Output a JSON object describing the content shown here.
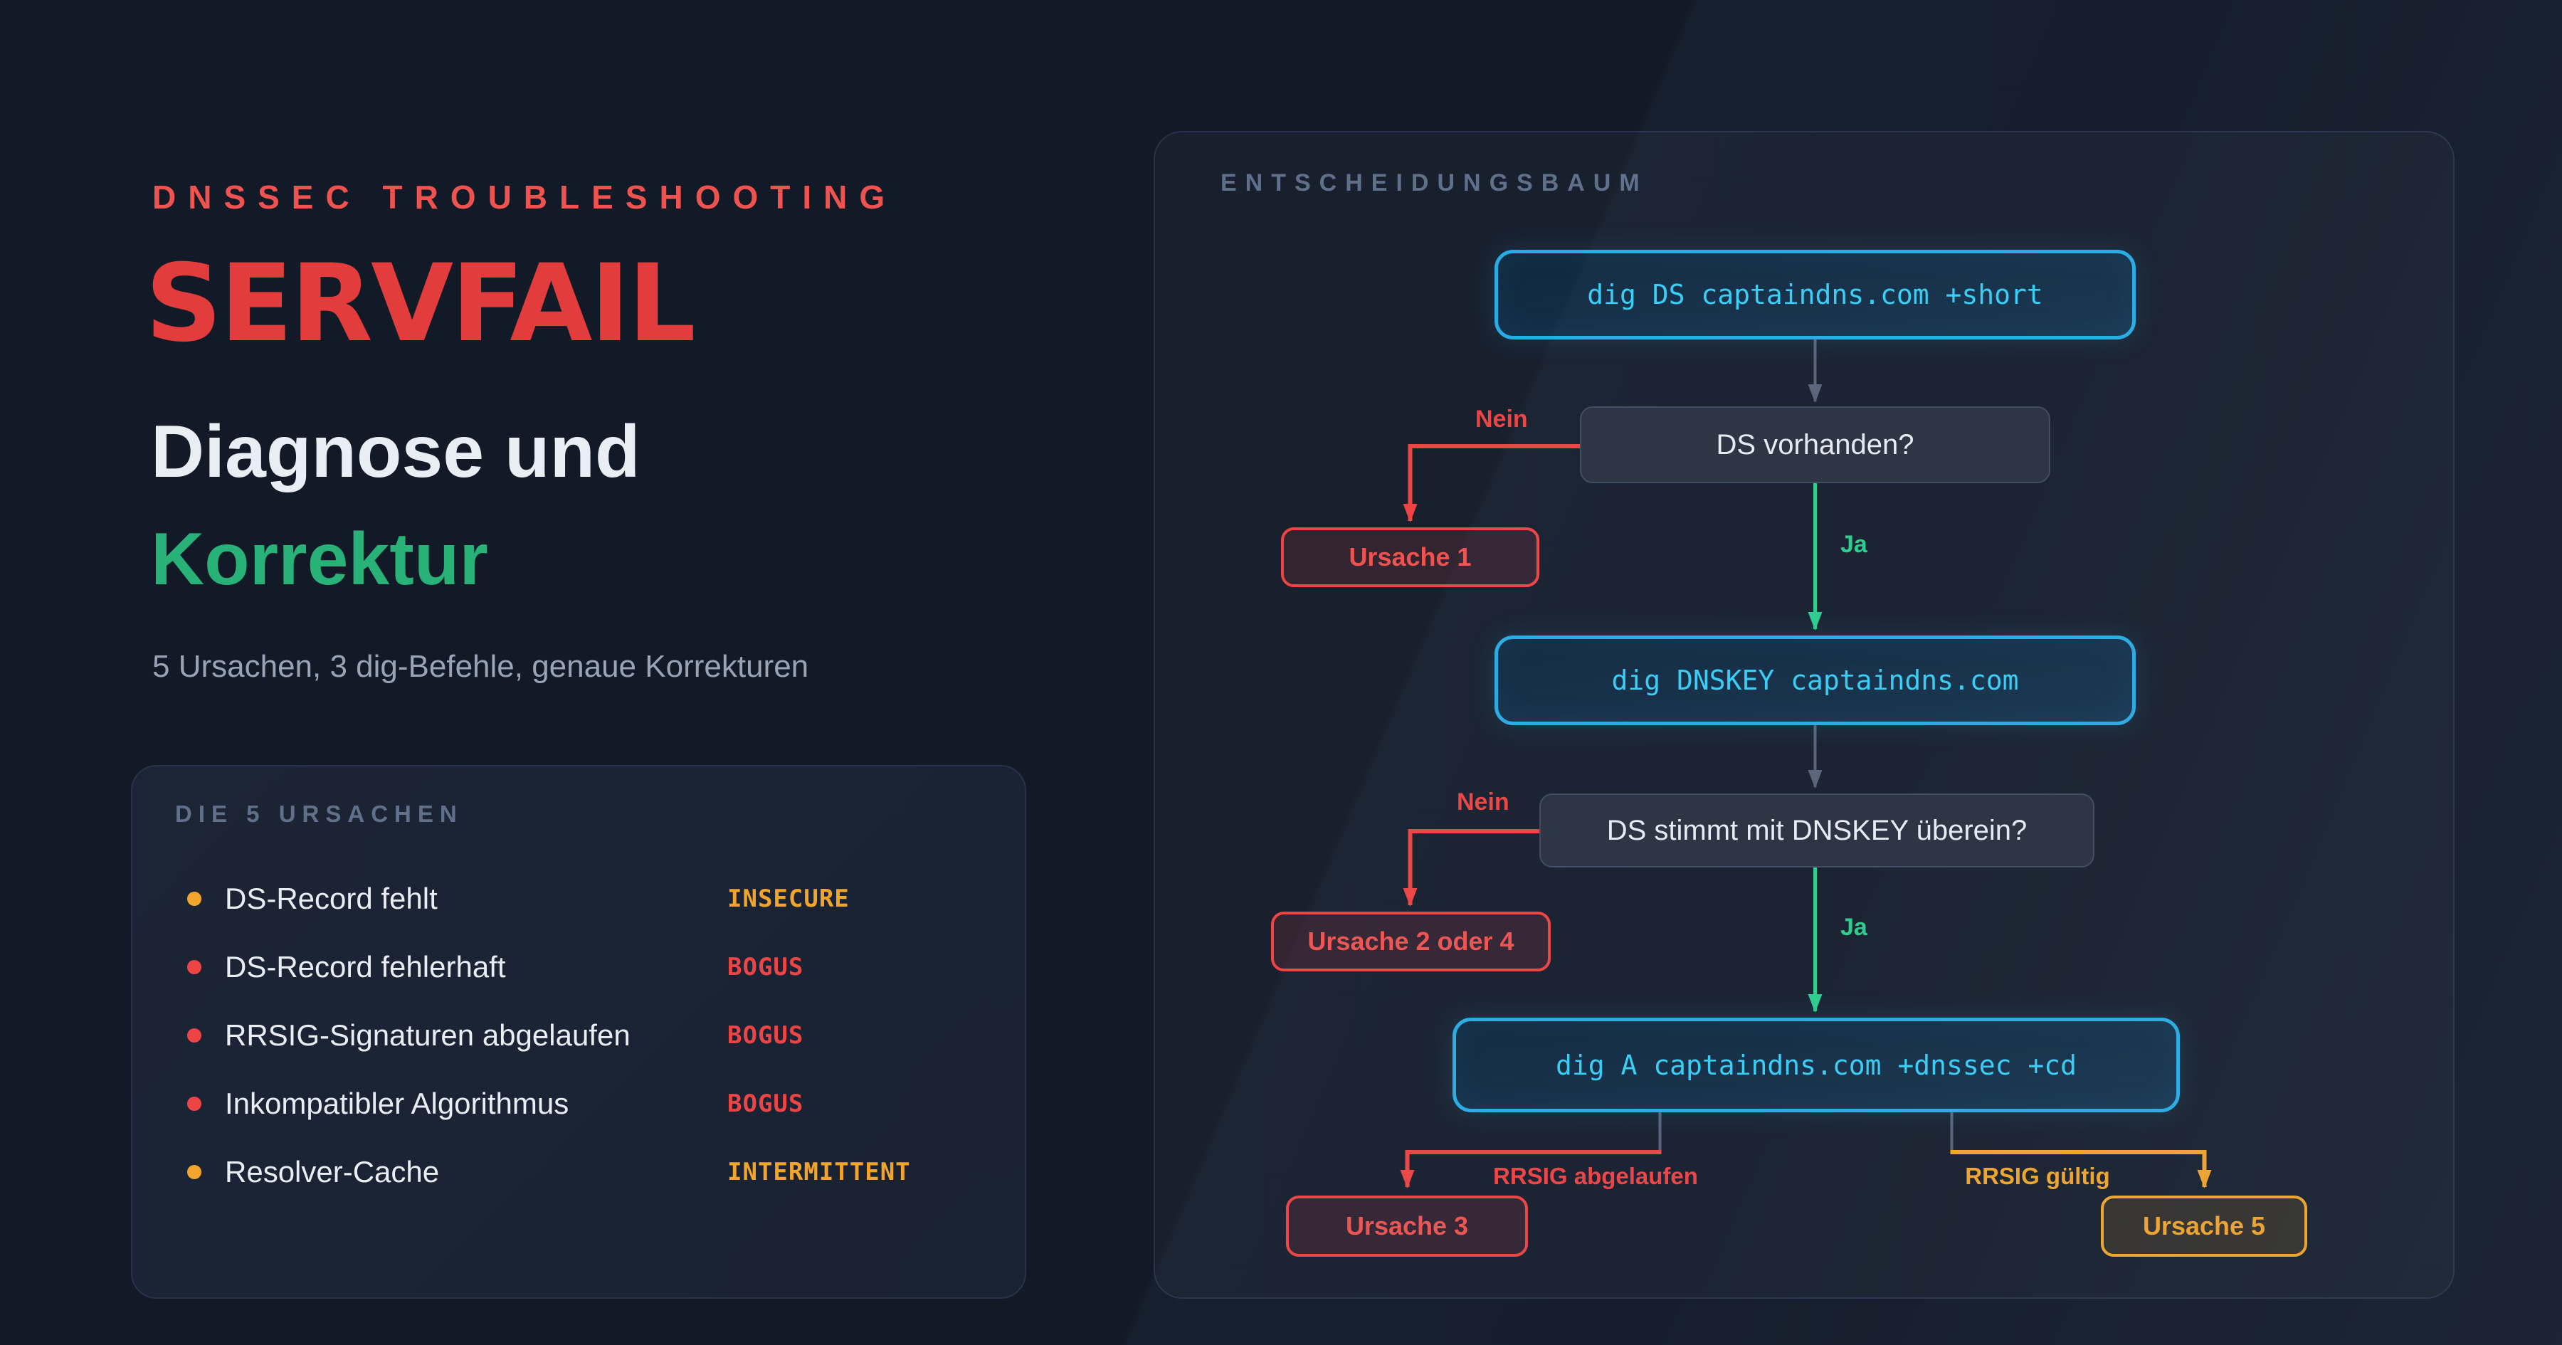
{
  "theme": {
    "bg": "#121a28",
    "panel-bg": "#18202e",
    "card-bg": "#1a2332",
    "border": "#28334a",
    "red": "#ef4444",
    "red-soft": "#ef5350",
    "red-title": "#e23c3c",
    "green": "#2dce8c",
    "green-deep": "#28b277",
    "cyan": "#38cff6",
    "cyan-border": "#29ace4",
    "amber": "#f2a52b",
    "gray-arrow": "#59647a",
    "muted": "#61708a",
    "subtle": "#98a3b6",
    "text": "#e9eef5"
  },
  "hero": {
    "kicker": "DNSSEC TROUBLESHOOTING",
    "title": "SERVFAIL",
    "heading_line1": "Diagnose und",
    "heading_line2": "Korrektur",
    "tagline": "5 Ursachen, 3 dig-Befehle, genaue Korrekturen"
  },
  "causes": {
    "header": "DIE 5 URSACHEN",
    "items": [
      {
        "label": "DS-Record fehlt",
        "badge": "INSECURE",
        "severity": "amber"
      },
      {
        "label": "DS-Record fehlerhaft",
        "badge": "BOGUS",
        "severity": "red"
      },
      {
        "label": "RRSIG-Signaturen abgelaufen",
        "badge": "BOGUS",
        "severity": "red"
      },
      {
        "label": "Inkompatibler Algorithmus",
        "badge": "BOGUS",
        "severity": "red"
      },
      {
        "label": "Resolver-Cache",
        "badge": "INTERMITTENT",
        "severity": "amber"
      }
    ]
  },
  "tree": {
    "header": "ENTSCHEIDUNGSBAUM",
    "nodes": {
      "cmd1": "dig DS captaindns.com +short",
      "q1": "DS vorhanden?",
      "cause1": "Ursache 1",
      "cmd2": "dig DNSKEY captaindns.com",
      "q2": "DS stimmt mit DNSKEY überein?",
      "cause24": "Ursache 2 oder 4",
      "cmd3": "dig A captaindns.com +dnssec +cd",
      "cause3": "Ursache 3",
      "cause5": "Ursache 5"
    },
    "edges": [
      {
        "from": "cmd1",
        "to": "q1",
        "label": "",
        "color": "gray"
      },
      {
        "from": "q1",
        "to": "cause1",
        "label": "Nein",
        "color": "red"
      },
      {
        "from": "q1",
        "to": "cmd2",
        "label": "Ja",
        "color": "green"
      },
      {
        "from": "cmd2",
        "to": "q2",
        "label": "",
        "color": "gray"
      },
      {
        "from": "q2",
        "to": "cause24",
        "label": "Nein",
        "color": "red"
      },
      {
        "from": "q2",
        "to": "cmd3",
        "label": "Ja",
        "color": "green"
      },
      {
        "from": "cmd3",
        "to": "cause3",
        "label": "RRSIG abgelaufen",
        "color": "red"
      },
      {
        "from": "cmd3",
        "to": "cause5",
        "label": "RRSIG gültig",
        "color": "amber"
      }
    ]
  }
}
